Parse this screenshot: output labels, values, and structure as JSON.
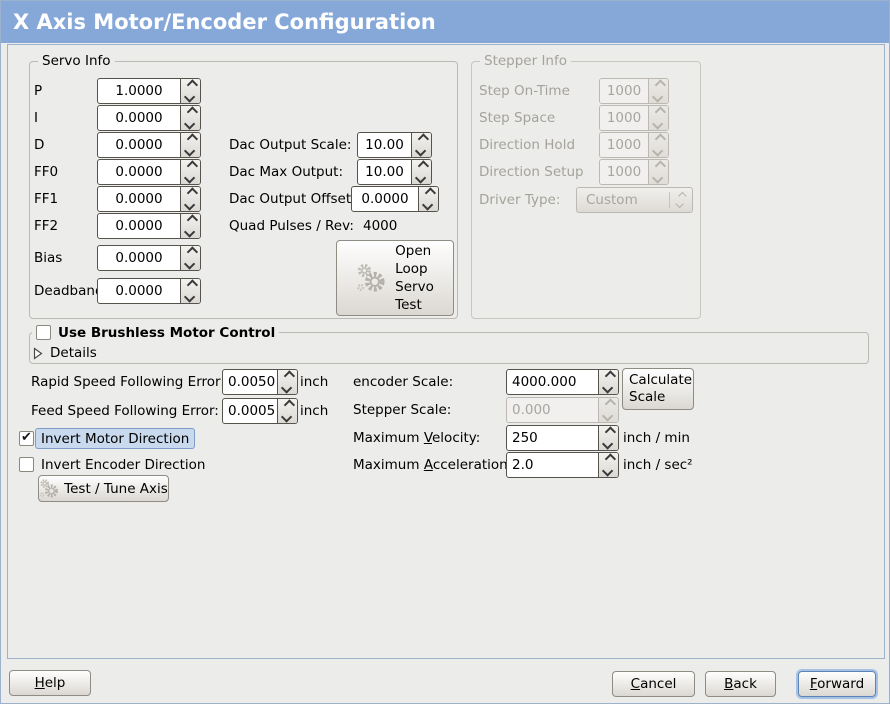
{
  "window": {
    "title": "X Axis Motor/Encoder Configuration"
  },
  "colors": {
    "header_bg": "#85a8d8",
    "header_text": "#ffffff",
    "panel_bg": "#ececea",
    "panel_border": "#9eb2cc",
    "focus_ring": "#a5c1e6",
    "selection_bg": "#cadaee",
    "selection_border": "#7d9cc6"
  },
  "servo_info": {
    "title": "Servo Info",
    "rows": [
      {
        "label": "P",
        "value": "1.0000"
      },
      {
        "label": "I",
        "value": "0.0000"
      },
      {
        "label": "D",
        "value": "0.0000"
      },
      {
        "label": "FF0",
        "value": "0.0000"
      },
      {
        "label": "FF1",
        "value": "0.0000"
      },
      {
        "label": "FF2",
        "value": "0.0000"
      },
      {
        "label": "Bias",
        "value": "0.0000"
      },
      {
        "label": "Deadband",
        "value": "0.0000"
      }
    ]
  },
  "dac": {
    "rows": [
      {
        "label": "Dac Output Scale:",
        "value": "10.00"
      },
      {
        "label": "Dac Max Output:",
        "value": "10.00"
      },
      {
        "label": "Dac Output Offset:",
        "value": "0.0000"
      }
    ],
    "quad_label": "Quad Pulses / Rev:",
    "quad_value": "4000",
    "open_loop_button": "Open\nLoop\nServo\nTest"
  },
  "stepper_info": {
    "title": "Stepper Info",
    "rows": [
      {
        "label": "Step On-Time",
        "value": "1000"
      },
      {
        "label": "Step Space",
        "value": "1000"
      },
      {
        "label": "Direction Hold",
        "value": "1000"
      },
      {
        "label": "Direction Setup",
        "value": "1000"
      }
    ],
    "driver_type_label": "Driver Type:",
    "driver_type_value": "Custom"
  },
  "brushless": {
    "label": "Use Brushless Motor Control",
    "checked": false,
    "details_label": "Details",
    "expanded": false
  },
  "following_error": {
    "rapid_label": "Rapid Speed Following Error:",
    "rapid_value": "0.0050",
    "rapid_unit": "inch",
    "feed_label": "Feed Speed Following Error:",
    "feed_value": "0.0005",
    "feed_unit": "inch"
  },
  "direction": {
    "invert_motor_label": "Invert Motor Direction",
    "invert_motor_checked": true,
    "invert_encoder_label": "Invert Encoder Direction",
    "invert_encoder_checked": false,
    "test_tune_button": "Test / Tune Axis"
  },
  "scaling": {
    "encoder_label": "encoder Scale:",
    "encoder_value": "4000.000",
    "calculate_button": "Calculate Scale",
    "stepper_label": "Stepper Scale:",
    "stepper_value": "0.000",
    "velocity_label": {
      "pre": "Maximum ",
      "mn": "V",
      "post": "elocity:"
    },
    "velocity_value": "250",
    "velocity_unit": "inch / min",
    "accel_label": {
      "pre": "Maximum ",
      "mn": "A",
      "post": "cceleration:"
    },
    "accel_value": "2.0",
    "accel_unit": "inch / sec²"
  },
  "footer": {
    "help": {
      "mn": "H",
      "post": "elp"
    },
    "cancel": {
      "mn": "C",
      "post": "ancel"
    },
    "back": {
      "mn": "B",
      "post": "ack"
    },
    "forward": {
      "mn": "F",
      "post": "orward"
    }
  },
  "icons": {
    "gears": "gears-icon (gray gear cluster, CSS/SVG circles)",
    "spinner": "up-down-chevrons",
    "expander": "triangle-right-icon",
    "checkmark": "✔"
  }
}
